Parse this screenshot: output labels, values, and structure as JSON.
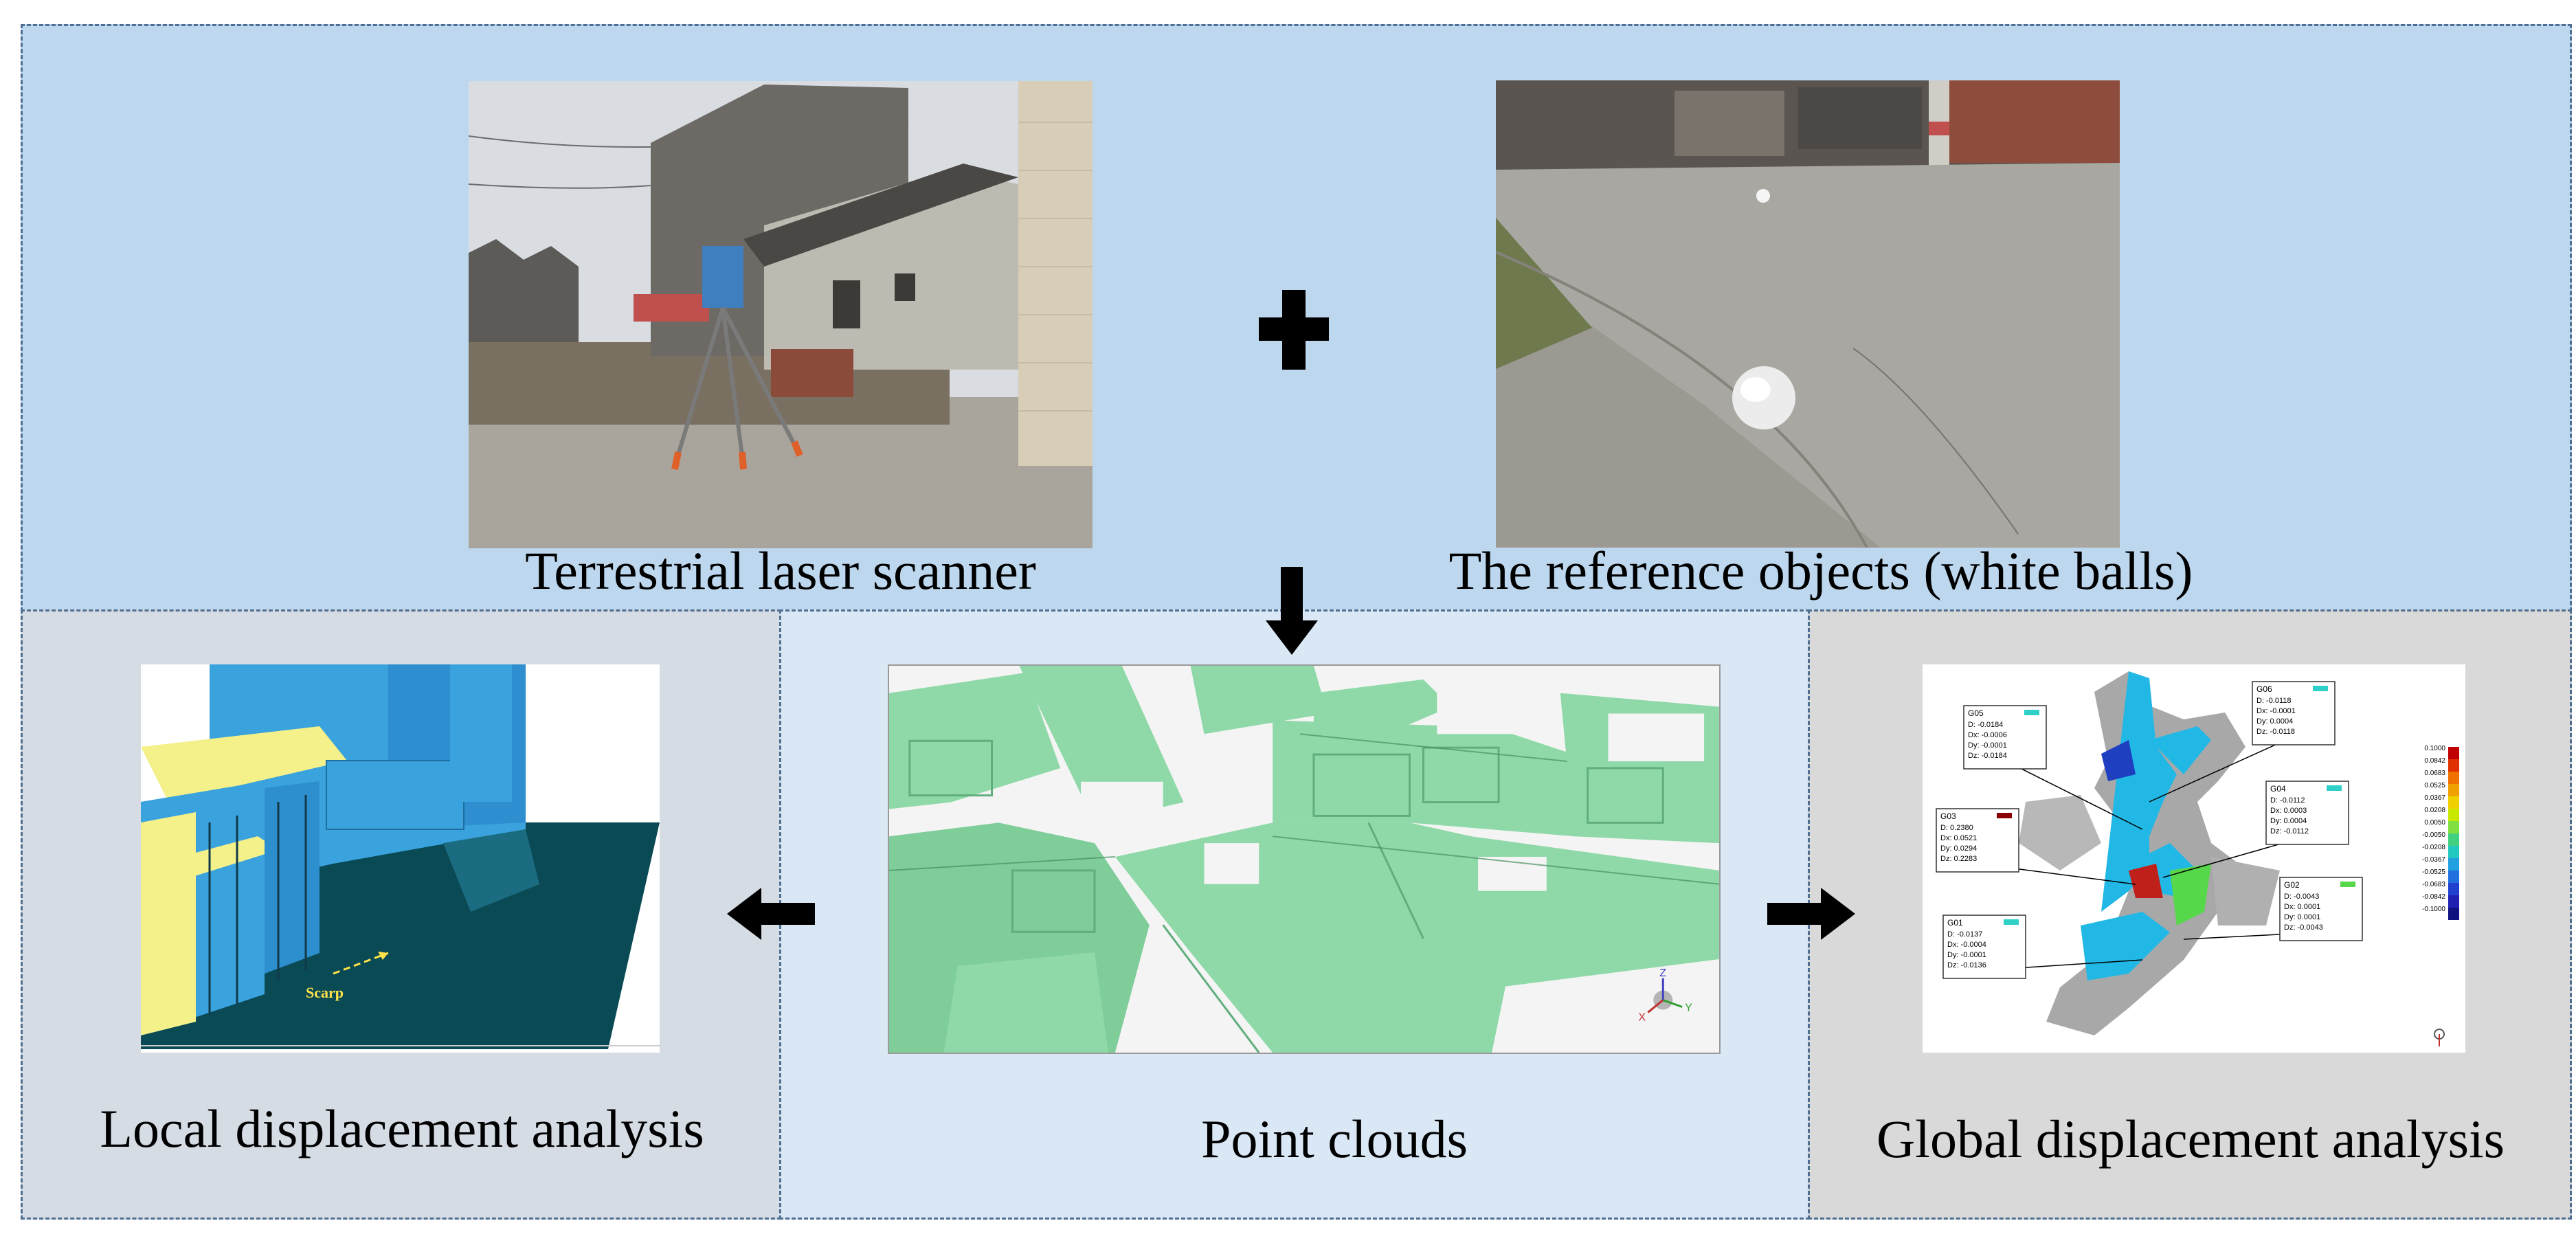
{
  "top": {
    "scanner_label": "Terrestrial laser scanner",
    "reference_label": "The reference objects (white balls)"
  },
  "bottom": {
    "local_label": "Local displacement analysis",
    "point_label": "Point clouds",
    "global_label": "Global displacement analysis",
    "scarp_label": "Scarp"
  },
  "colors": {
    "top_bg": "#bdd7ee",
    "left_bg": "#d6dce4",
    "mid_bg": "#dae8f6",
    "right_bg": "#d9d9d9",
    "border": "#4f6f92",
    "point_cloud": "#8fd9a8"
  },
  "icons": {
    "plus": "plus-icon",
    "down": "arrow-down-icon",
    "left": "arrow-left-icon",
    "right": "arrow-right-icon"
  },
  "global_callouts": [
    {
      "id": "G05",
      "lines": [
        "D: -0.0184",
        "Dx: -0.0006",
        "Dy: -0.0001",
        "Dz: -0.0184"
      ]
    },
    {
      "id": "G06",
      "lines": [
        "D: -0.0118",
        "Dx: -0.0001",
        "Dy: 0.0004",
        "Dz: -0.0118"
      ]
    },
    {
      "id": "G03",
      "lines": [
        "D: 0.2380",
        "Dx: 0.0521",
        "Dy: 0.0294",
        "Dz: 0.2283"
      ]
    },
    {
      "id": "G04",
      "lines": [
        "D: -0.0112",
        "Dx: 0.0003",
        "Dy: 0.0004",
        "Dz: -0.0112"
      ]
    },
    {
      "id": "G01",
      "lines": [
        "D: -0.0137",
        "Dx: -0.0004",
        "Dy: -0.0001",
        "Dz: -0.0136"
      ]
    },
    {
      "id": "G02",
      "lines": [
        "D: -0.0043",
        "Dx: 0.0001",
        "Dy: 0.0001",
        "Dz: -0.0043"
      ]
    }
  ],
  "color_scale": [
    "0.1000",
    "0.0842",
    "0.0683",
    "0.0525",
    "0.0367",
    "0.0208",
    "0.0050",
    "-0.0050",
    "-0.0208",
    "-0.0367",
    "-0.0525",
    "-0.0683",
    "-0.0842",
    "-0.1000"
  ],
  "axis_labels": {
    "z": "Z",
    "x": "X",
    "y": "Y"
  }
}
